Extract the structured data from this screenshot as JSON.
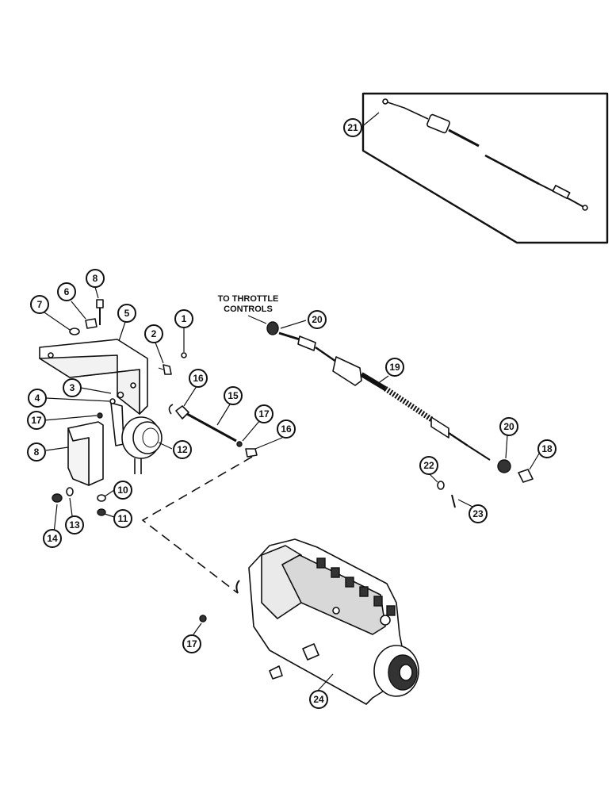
{
  "annotation": {
    "line1": "TO THROTTLE",
    "line2": "CONTROLS"
  },
  "callouts": [
    {
      "label": "1"
    },
    {
      "label": "2"
    },
    {
      "label": "3"
    },
    {
      "label": "4"
    },
    {
      "label": "5"
    },
    {
      "label": "6"
    },
    {
      "label": "7"
    },
    {
      "label": "8"
    },
    {
      "label": "8"
    },
    {
      "label": "10"
    },
    {
      "label": "11"
    },
    {
      "label": "12"
    },
    {
      "label": "13"
    },
    {
      "label": "14"
    },
    {
      "label": "15"
    },
    {
      "label": "16"
    },
    {
      "label": "16"
    },
    {
      "label": "17"
    },
    {
      "label": "17"
    },
    {
      "label": "17"
    },
    {
      "label": "18"
    },
    {
      "label": "19"
    },
    {
      "label": "20"
    },
    {
      "label": "20"
    },
    {
      "label": "21"
    },
    {
      "label": "22"
    },
    {
      "label": "23"
    },
    {
      "label": "24"
    }
  ]
}
